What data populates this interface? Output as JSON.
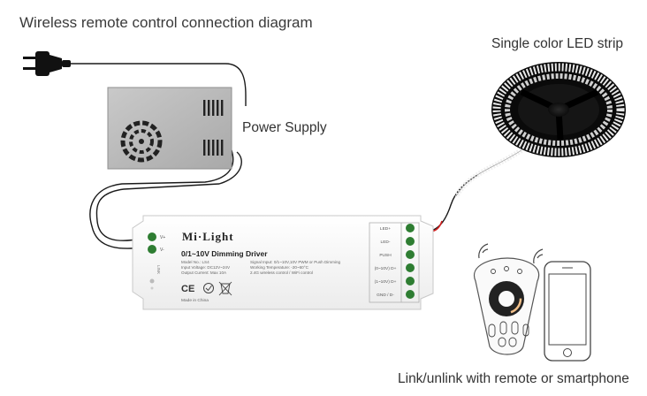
{
  "title": "Wireless remote control connection diagram",
  "power_supply": {
    "label": "Power Supply"
  },
  "led_strip": {
    "label": "Single color LED strip"
  },
  "remote": {
    "label": "Link/unlink with remote or smartphone"
  },
  "driver": {
    "brand": "Mi·Light",
    "product_name": "0/1~10V Dimming Driver",
    "spec_left": [
      "Model No.: LS4",
      "Input Voltage: DC12V~24V",
      "Output Current: Max 10A"
    ],
    "spec_right": [
      "Signal Input: 0/1~10V,10V PWM or Push Dimming",
      "Working Temperature: -20~60°C",
      "2.4G wireless control / WiFi control"
    ],
    "made_in": "Made in China",
    "input_terminals": [
      "V+",
      "V-"
    ],
    "side_text": "LINK",
    "output_terminals": [
      "LED+",
      "LED-",
      "PUSH",
      "(0~10V) D+",
      "(1~10V) D+",
      "GND / D-"
    ],
    "cert_marks": [
      "CE",
      "RoHS"
    ]
  },
  "colors": {
    "wire": "#1a1a1a",
    "wire_red": "#d42020",
    "power_supply_body": "#b5b5b5",
    "driver_body": "#f7f7f7",
    "terminal_green": "#2e7d32"
  }
}
